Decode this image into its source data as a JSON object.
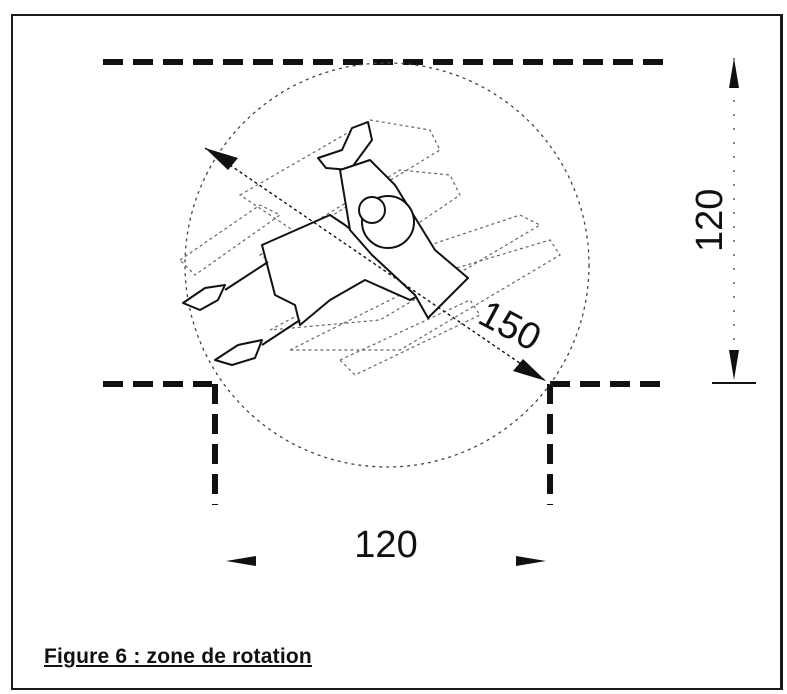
{
  "dimensions": {
    "width_label": "120",
    "height_label": "120",
    "diameter_label": "150"
  },
  "caption": "Figure 6 : zone de rotation",
  "colors": {
    "ink": "#111111",
    "faint_ink": "#555555",
    "background": "#ffffff"
  },
  "icons": {
    "wheelchair_user": "wheelchair-user-icon"
  }
}
